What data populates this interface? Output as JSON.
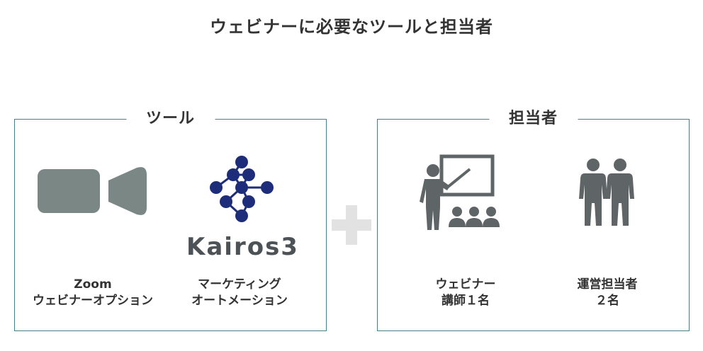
{
  "title": "ウェビナーに必要なツールと担当者",
  "tools_panel": {
    "heading": "ツール",
    "zoom": {
      "line1": "Zoom",
      "line2": "ウェビナーオプション",
      "icon": "video-camera-icon"
    },
    "kairos": {
      "logo_text": "Kairos3",
      "line1": "マーケティング",
      "line2": "オートメーション",
      "icon": "kairos3-logo"
    }
  },
  "staff_panel": {
    "heading": "担当者",
    "lecturer": {
      "line1": "ウェビナー",
      "line2": "講師１名",
      "icon": "presenter-icon"
    },
    "operators": {
      "line1": "運営担当者",
      "line2": "２名",
      "icon": "two-people-icon"
    }
  },
  "colors": {
    "icon_gray": "#7a8785",
    "person_gray": "#5f6566",
    "border": "#4a7f8a",
    "logo_navy": "#1d2d7a",
    "plus": "#e2e2e2"
  }
}
